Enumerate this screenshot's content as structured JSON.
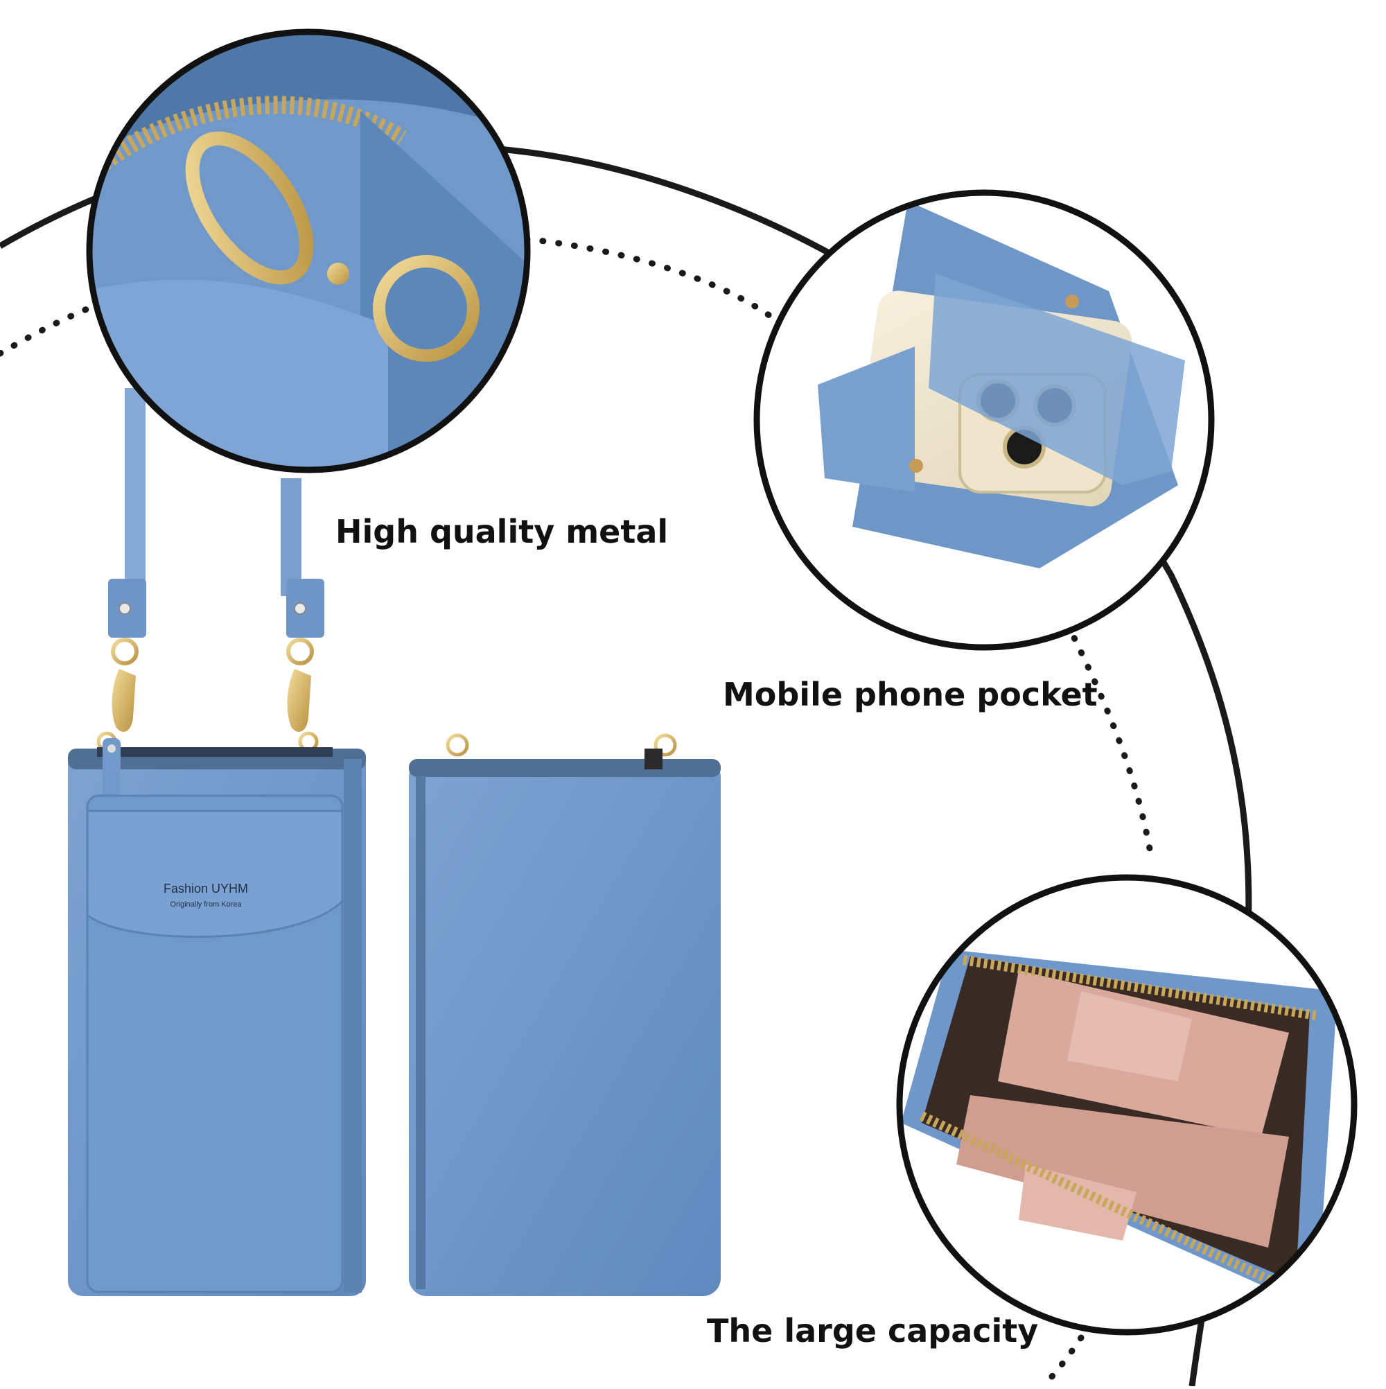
{
  "captions": {
    "metal": "High quality metal",
    "pocket": "Mobile phone pocket",
    "capacity": "The large capacity"
  },
  "brand": {
    "name": "Fashion UYHM",
    "tagline": "Originally from Korea"
  },
  "colors": {
    "background": "#ffffff",
    "bag_blue": "#6b94c7",
    "bag_blue_dark": "#55799f",
    "lining_pink": "#d7a79a",
    "lining_dark": "#3a2a24",
    "gold": "#d8b76a",
    "outline": "#111111"
  }
}
